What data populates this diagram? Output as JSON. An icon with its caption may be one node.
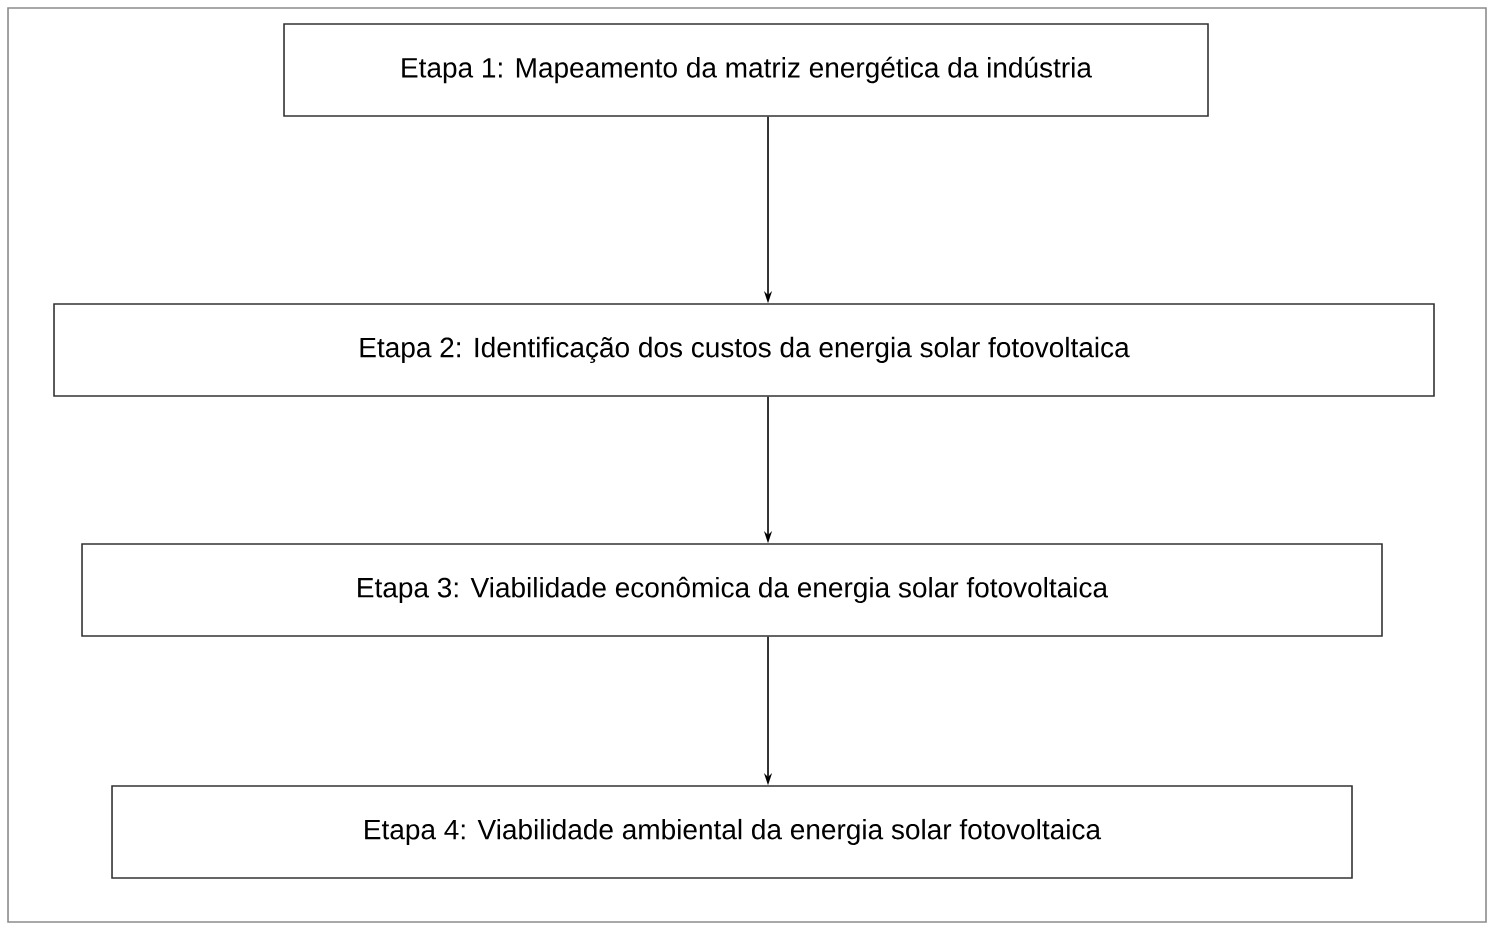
{
  "diagram": {
    "nodes": [
      {
        "text": [
          "Etapa 1: Mapeamento da matriz energética da indústria"
        ]
      },
      {
        "text": [
          "Etapa 2: Identificação dos custos da energia solar fotovoltaica"
        ]
      },
      {
        "text": [
          "Etapa 3: Viabilidade econômica da energia solar fotovoltaica"
        ]
      },
      {
        "text": [
          "Etapa 4: Viabilidade ambiental da energia solar fotovoltaica"
        ]
      }
    ],
    "edges": [
      {
        "from": 0,
        "to": 1,
        "arrow": "to"
      },
      {
        "from": 1,
        "to": 2,
        "arrow": "to"
      },
      {
        "from": 2,
        "to": 3,
        "arrow": "to"
      }
    ]
  }
}
